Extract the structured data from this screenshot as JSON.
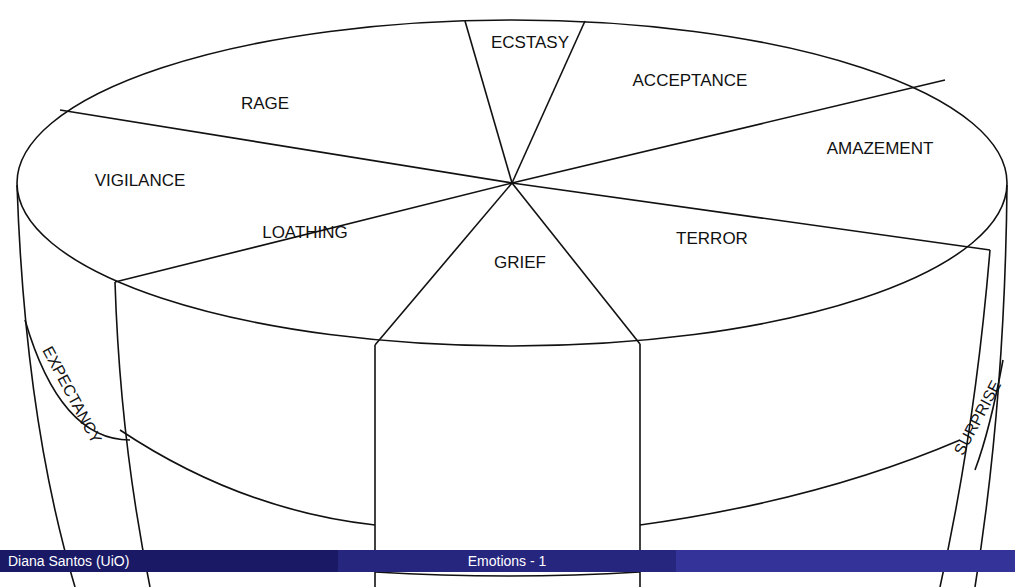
{
  "diagram": {
    "labels": [
      "ECSTASY",
      "RAGE",
      "ACCEPTANCE",
      "VIGILANCE",
      "AMAZEMENT",
      "LOATHING",
      "TERROR",
      "GRIEF",
      "EXPECTANCY",
      "SURPRISE",
      "Diana Santos (UiO)",
      "Emotions - 1"
    ]
  }
}
